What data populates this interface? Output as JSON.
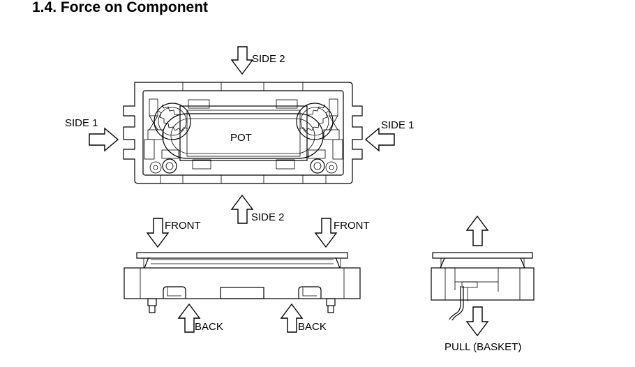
{
  "section": {
    "title": "1.4. Force on Component"
  },
  "labels": {
    "side2_top": "SIDE 2",
    "side2_bottom": "SIDE 2",
    "side1_left": "SIDE 1",
    "side1_right": "SIDE 1",
    "pot": "POT",
    "front_left": "FRONT",
    "front_right": "FRONT",
    "back_left": "BACK",
    "back_right": "BACK",
    "pull": "PULL (BASKET)"
  }
}
